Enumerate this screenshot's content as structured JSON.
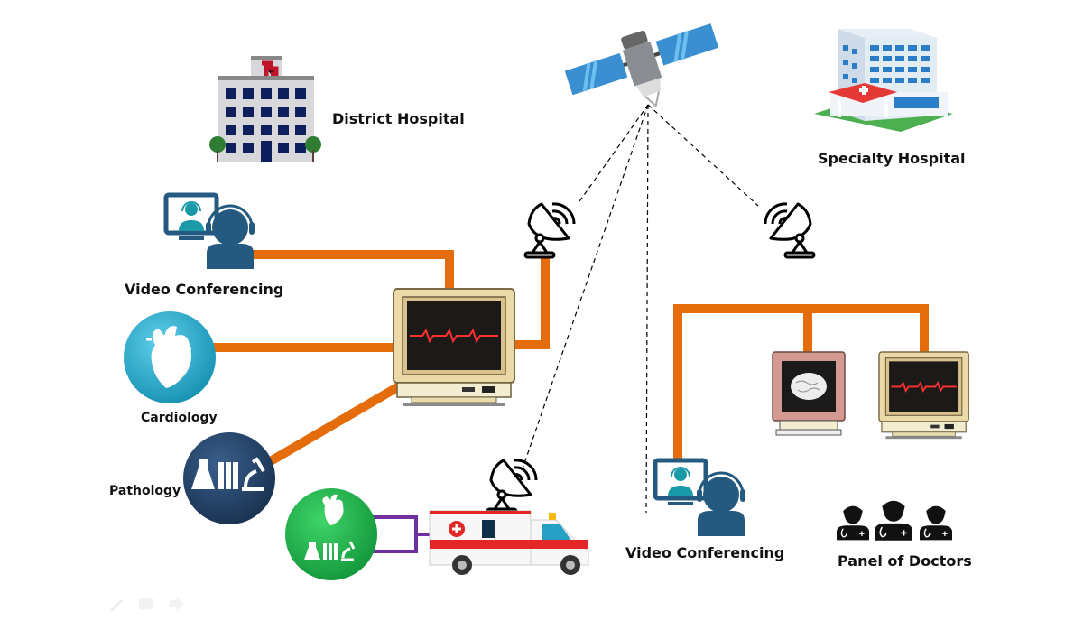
{
  "diagram": {
    "title": "Telemedicine Network",
    "nodes": {
      "district_hospital": {
        "label": "District Hospital",
        "icon": "hospital-building-icon"
      },
      "specialty_hospital": {
        "label": "Specialty Hospital",
        "icon": "specialty-hospital-icon"
      },
      "satellite": {
        "label": "",
        "icon": "satellite-icon"
      },
      "video_conf_left": {
        "label": "Video Conferencing",
        "icon": "video-conference-icon"
      },
      "video_conf_right": {
        "label": "Video Conferencing",
        "icon": "video-conference-icon"
      },
      "cardiology": {
        "label": "Cardiology",
        "icon": "heart-icon"
      },
      "pathology": {
        "label": "Pathology",
        "icon": "lab-microscope-icon"
      },
      "mobile_unit": {
        "label": "",
        "icon": "heart-lab-icon"
      },
      "ambulance": {
        "label": "",
        "icon": "ambulance-icon"
      },
      "panel_of_doctors": {
        "label": "Panel of Doctors",
        "icon": "doctors-icon"
      },
      "central_monitor": {
        "icon": "ecg-monitor-icon"
      },
      "brain_monitor": {
        "icon": "brain-scan-monitor-icon"
      },
      "ecg_monitor_right": {
        "icon": "ecg-monitor-icon"
      },
      "dish_left": {
        "icon": "satellite-dish-icon"
      },
      "dish_right": {
        "icon": "satellite-dish-icon"
      },
      "dish_ambulance": {
        "icon": "satellite-dish-icon"
      }
    },
    "connections": [
      {
        "from": "video_conf_left",
        "to": "central_monitor",
        "type": "wired"
      },
      {
        "from": "cardiology",
        "to": "central_monitor",
        "type": "wired"
      },
      {
        "from": "pathology",
        "to": "central_monitor",
        "type": "wired"
      },
      {
        "from": "central_monitor",
        "to": "dish_left",
        "type": "wired"
      },
      {
        "from": "dish_left",
        "to": "satellite",
        "type": "wireless"
      },
      {
        "from": "dish_right",
        "to": "satellite",
        "type": "wireless"
      },
      {
        "from": "dish_ambulance",
        "to": "satellite",
        "type": "wireless"
      },
      {
        "from": "video_conf_right",
        "to": "satellite",
        "type": "wireless"
      },
      {
        "from": "video_conf_right",
        "to": "brain_monitor",
        "type": "wired"
      },
      {
        "from": "video_conf_right",
        "to": "ecg_monitor_right",
        "type": "wired"
      },
      {
        "from": "mobile_unit",
        "to": "ambulance",
        "type": "mobile-link"
      }
    ],
    "colors": {
      "wired": "#E46C0A",
      "mobile_link": "#7030A0",
      "cardiology": "#1FA3C4",
      "pathology": "#1F3F66",
      "mobile_unit": "#1DB34A",
      "person": "#255A80",
      "teal": "#1A9AA8"
    }
  },
  "slide_controls": [
    {
      "name": "pen",
      "icon": "pen-icon"
    },
    {
      "name": "menu",
      "icon": "menu-icon"
    },
    {
      "name": "next",
      "icon": "arrow-right-icon"
    }
  ]
}
